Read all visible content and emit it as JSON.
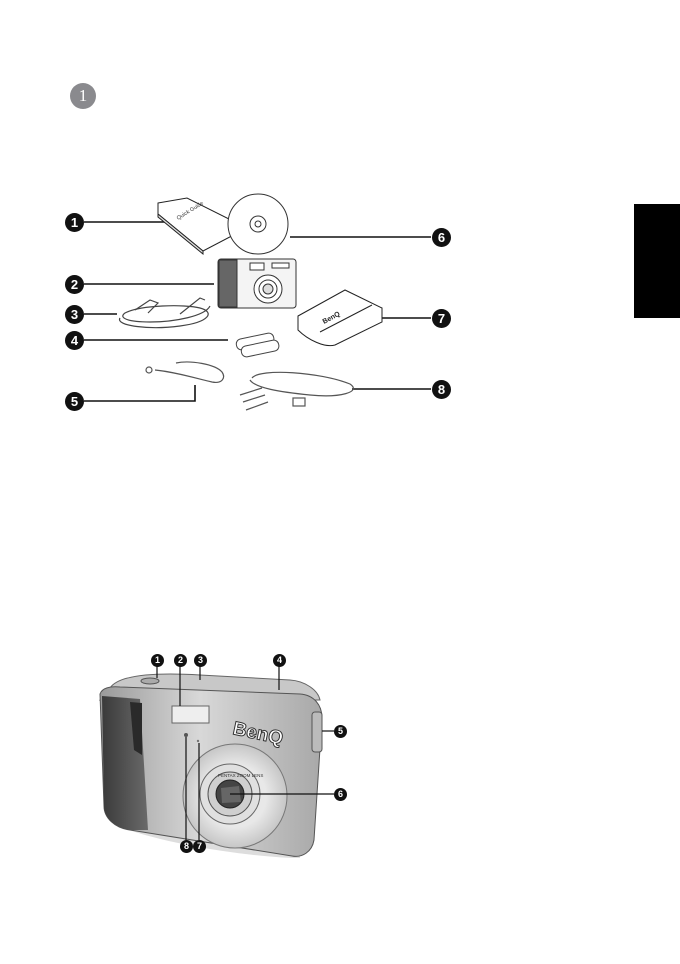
{
  "chapter": {
    "number": "1"
  },
  "side_tab": {
    "color": "#000000"
  },
  "package_contents": {
    "callouts": [
      {
        "n": "1",
        "item": "quick-guide-booklet"
      },
      {
        "n": "2",
        "item": "digital-camera"
      },
      {
        "n": "3",
        "item": "usb-cable"
      },
      {
        "n": "4",
        "item": "batteries"
      },
      {
        "n": "5",
        "item": "wrist-strap"
      },
      {
        "n": "6",
        "item": "software-cd"
      },
      {
        "n": "7",
        "item": "camera-pouch"
      },
      {
        "n": "8",
        "item": "av-cable"
      }
    ],
    "booklet_text": "Quick Guide",
    "pouch_logo": "BenQ"
  },
  "camera_front": {
    "callouts": [
      {
        "n": "1"
      },
      {
        "n": "2"
      },
      {
        "n": "3"
      },
      {
        "n": "4"
      },
      {
        "n": "5"
      },
      {
        "n": "6"
      },
      {
        "n": "7"
      },
      {
        "n": "8"
      }
    ],
    "logo": "BenQ",
    "lens_text": "PENTAX ZOOM LENS"
  }
}
